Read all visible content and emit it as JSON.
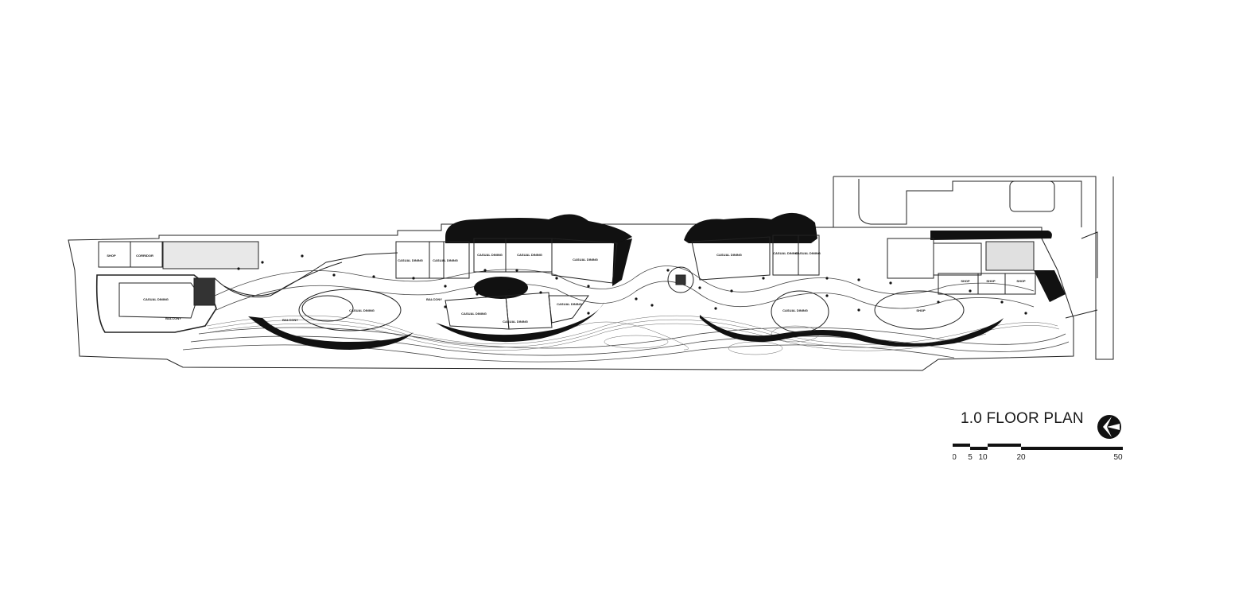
{
  "plan": {
    "title": "1.0 FLOOR PLAN",
    "rooms": [
      "SHOP",
      "CORRIDOR",
      "CASUAL DINING",
      "BALCONY",
      "BALCONY",
      "CASUAL DINING",
      "CASUAL DINING",
      "CASUAL DINING",
      "CASUAL DINING",
      "CASUAL DINING",
      "CASUAL DINING",
      "BALCONY",
      "CASUAL DINING",
      "CASUAL DINING",
      "CASUAL DINING",
      "CASUAL DINING",
      "CASUAL DINING",
      "CASUAL DINING",
      "CASUAL DINING",
      "SHOP",
      "SHOP",
      "SHOP",
      "SHOP"
    ],
    "scale": {
      "ticks": [
        "0",
        "5",
        "10",
        "20",
        "50"
      ]
    },
    "colors": {
      "line": "#1a1a1a",
      "fill_dark": "#111111",
      "background": "#ffffff"
    },
    "north_icon": "north-arrow-icon"
  }
}
